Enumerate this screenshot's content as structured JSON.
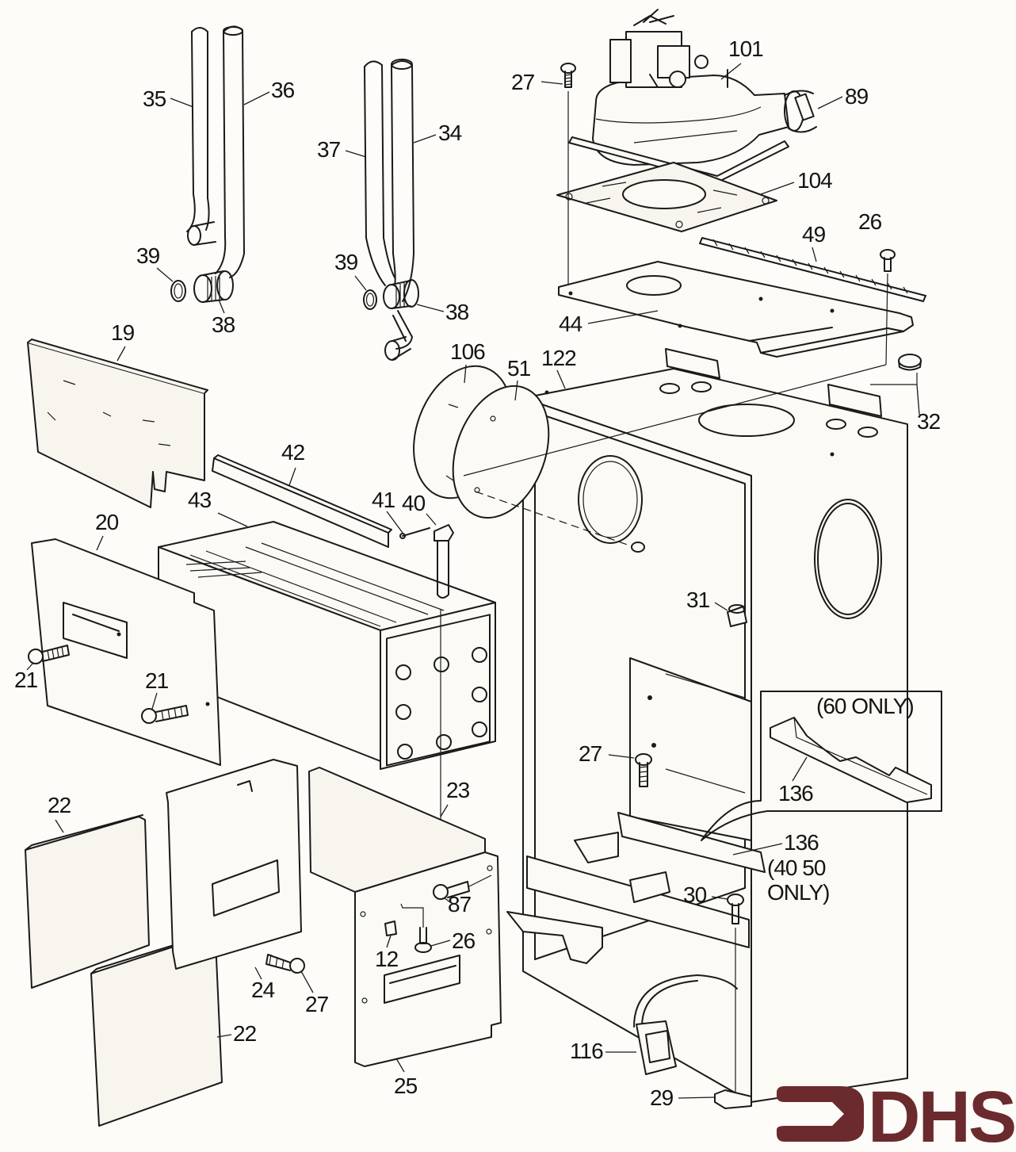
{
  "diagram": {
    "type": "exploded-parts-diagram",
    "subject": "boiler casing and components",
    "labels": {
      "p19": "19",
      "p20": "20",
      "p21a": "21",
      "p21b": "21",
      "p22a": "22",
      "p22b": "22",
      "p23": "23",
      "p24": "24",
      "p25": "25",
      "p26a": "26",
      "p26b": "26",
      "p27a": "27",
      "p27b": "27",
      "p27c": "27",
      "p29": "29",
      "p30": "30",
      "p31": "31",
      "p32": "32",
      "p34": "34",
      "p35": "35",
      "p36": "36",
      "p37": "37",
      "p38a": "38",
      "p38b": "38",
      "p39a": "39",
      "p39b": "39",
      "p40": "40",
      "p41": "41",
      "p42": "42",
      "p43": "43",
      "p44": "44",
      "p49": "49",
      "p51": "51",
      "p87": "87",
      "p89": "89",
      "p101": "101",
      "p104": "104",
      "p106": "106",
      "p116": "116",
      "p12": "12",
      "p122": "122",
      "p136a": "136",
      "p136b": "136"
    },
    "notes": {
      "inset_title": "(60 ONLY)",
      "variant_line1": "(40 50",
      "variant_line2": "ONLY)"
    }
  },
  "brand": {
    "logo_text": "DHS",
    "color": "#6b2a2e"
  }
}
